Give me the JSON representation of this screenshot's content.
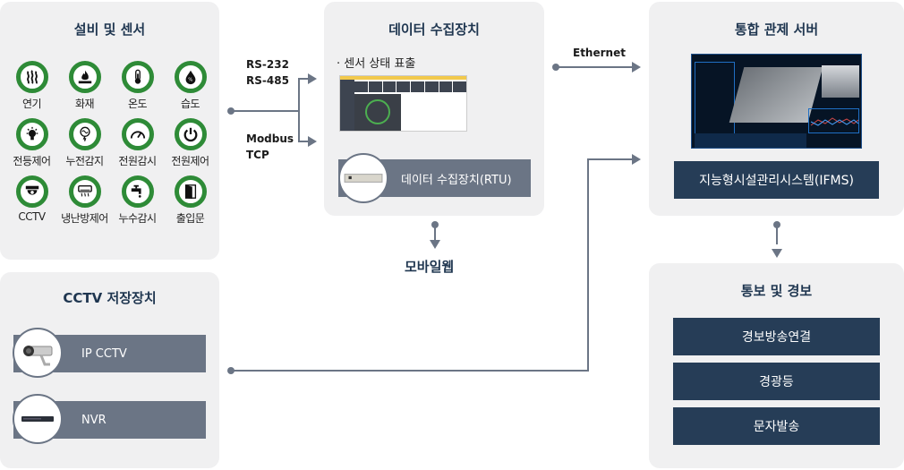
{
  "sensors_panel": {
    "title": "설비 및 센서",
    "items": [
      {
        "label": "연기",
        "icon": "smoke-icon"
      },
      {
        "label": "화재",
        "icon": "fire-icon"
      },
      {
        "label": "온도",
        "icon": "thermometer-icon"
      },
      {
        "label": "습도",
        "icon": "humidity-icon"
      },
      {
        "label": "전등제어",
        "icon": "lightbulb-icon"
      },
      {
        "label": "누전감지",
        "icon": "leakage-icon"
      },
      {
        "label": "전원감시",
        "icon": "gauge-icon"
      },
      {
        "label": "전원제어",
        "icon": "power-icon"
      },
      {
        "label": "CCTV",
        "icon": "dome-camera-icon"
      },
      {
        "label": "냉난방제어",
        "icon": "air-conditioner-icon"
      },
      {
        "label": "누수감시",
        "icon": "faucet-icon"
      },
      {
        "label": "출입문",
        "icon": "door-icon"
      }
    ]
  },
  "cctv_panel": {
    "title": "CCTV 저장장치",
    "items": [
      {
        "label": "IP CCTV",
        "icon": "ip-camera-icon"
      },
      {
        "label": "NVR",
        "icon": "nvr-icon"
      }
    ]
  },
  "connections": {
    "serial": [
      "RS-232",
      "RS-485"
    ],
    "modbus": [
      "Modbus",
      "TCP"
    ],
    "ethernet": "Ethernet"
  },
  "dau_panel": {
    "title": "데이터 수집장치",
    "bullet": "· 센서 상태 표출",
    "device_label": "데이터 수집장치(RTU)"
  },
  "mobile_web": "모바일웹",
  "server_panel": {
    "title": "통합 관제 서버",
    "system_label": "지능형시설관리시스템(IFMS)"
  },
  "alert_panel": {
    "title": "통보 및 경보",
    "items": [
      "경보방송연결",
      "경광등",
      "문자발송"
    ]
  },
  "colors": {
    "panel_bg": "#f0f0f1",
    "icon_ring": "#2e8b37",
    "connector": "#6b7585",
    "dark_bar": "#263d57"
  }
}
